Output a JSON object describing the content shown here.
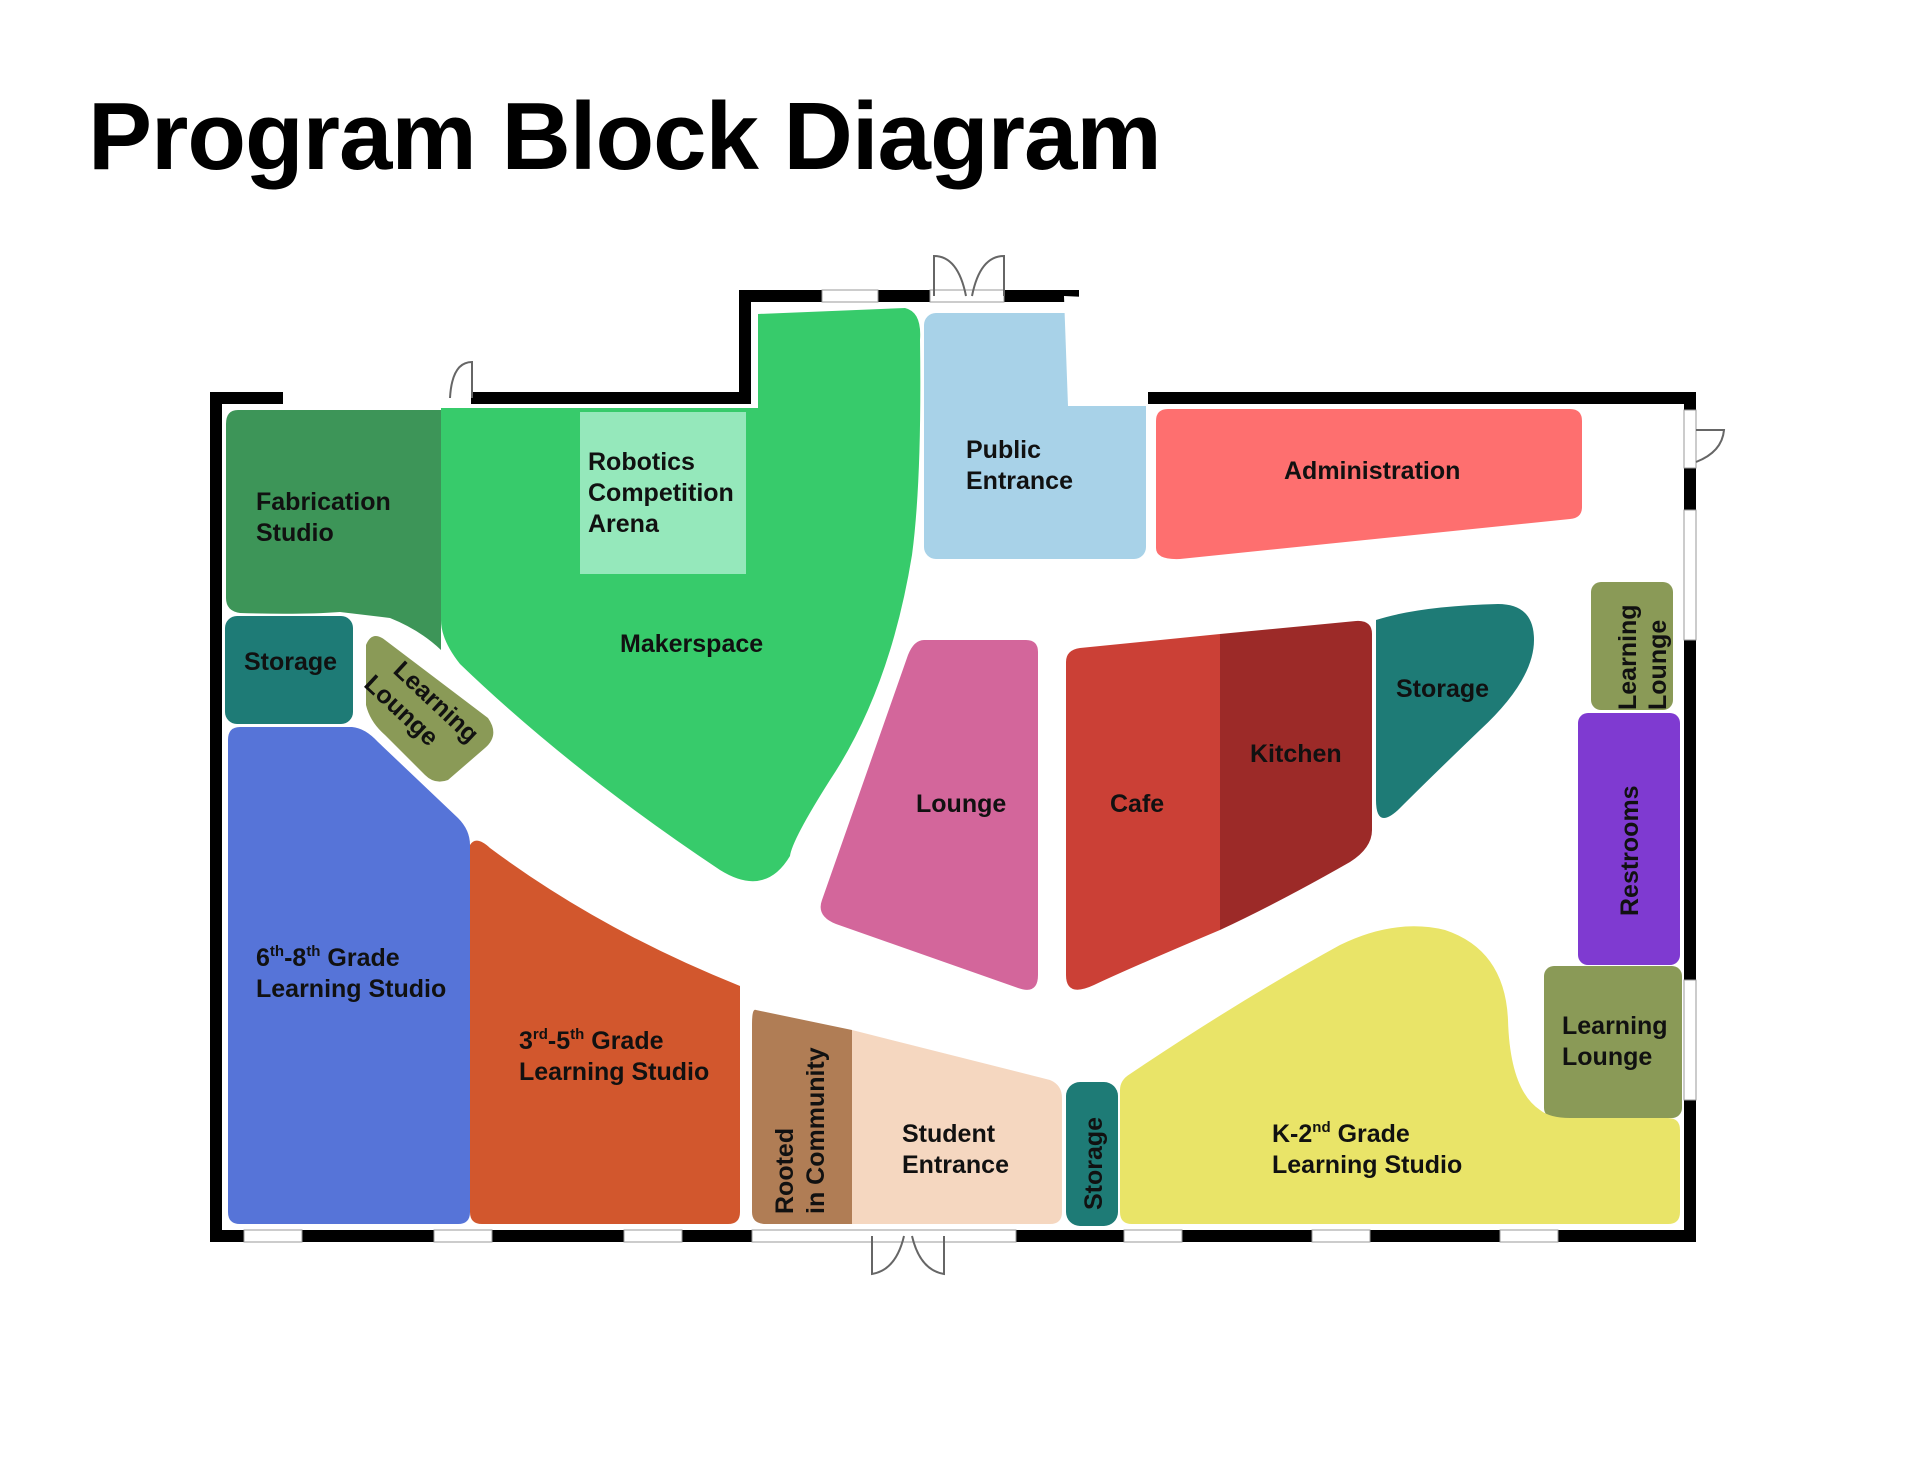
{
  "title": "Program Block Diagram",
  "colors": {
    "fabrication": "#3d9558",
    "makerspace": "#37cb6b",
    "robotics": "#95e8bb",
    "public_entrance": "#a8d2e8",
    "administration": "#fe6f6f",
    "storage": "#1e7b76",
    "learning_lounge": "#8a9a57",
    "grade_6_8": "#5674d8",
    "grade_3_5": "#d2572d",
    "lounge": "#d3669b",
    "cafe": "#cb4036",
    "kitchen": "#9c2a28",
    "restrooms": "#7f3ad1",
    "rooted": "#b07d55",
    "student_entrance": "#f5d7c0",
    "grade_k_2": "#e9e468",
    "wall": "#000000"
  },
  "rooms": {
    "fabrication": [
      "Fabrication",
      "Studio"
    ],
    "robotics": [
      "Robotics",
      "Competition",
      "Arena"
    ],
    "makerspace": "Makerspace",
    "public_entrance": [
      "Public",
      "Entrance"
    ],
    "administration": "Administration",
    "storage_left": "Storage",
    "learning_lounge_diag": [
      "Learning",
      "Lounge"
    ],
    "lounge": "Lounge",
    "cafe": "Cafe",
    "kitchen": "Kitchen",
    "storage_right": "Storage",
    "learning_lounge_right_top": [
      "Learning",
      "Lounge"
    ],
    "restrooms": "Restrooms",
    "learning_lounge_right": [
      "Learning",
      "Lounge"
    ],
    "grade_6_8": {
      "num1": "6",
      "sup1": "th",
      "dash": "-",
      "num2": "8",
      "sup2": "th",
      "rest": " Grade",
      "line2": "Learning Studio"
    },
    "grade_3_5": {
      "num1": "3",
      "sup1": "rd",
      "dash": "-",
      "num2": "5",
      "sup2": "th",
      "rest": " Grade",
      "line2": "Learning Studio"
    },
    "rooted": [
      "Rooted",
      "in Community"
    ],
    "student_entrance": [
      "Student",
      "Entrance"
    ],
    "storage_bottom": "Storage",
    "grade_k_2": {
      "num1": "K-2",
      "sup1": "nd",
      "rest": " Grade",
      "line2": "Learning Studio"
    }
  }
}
